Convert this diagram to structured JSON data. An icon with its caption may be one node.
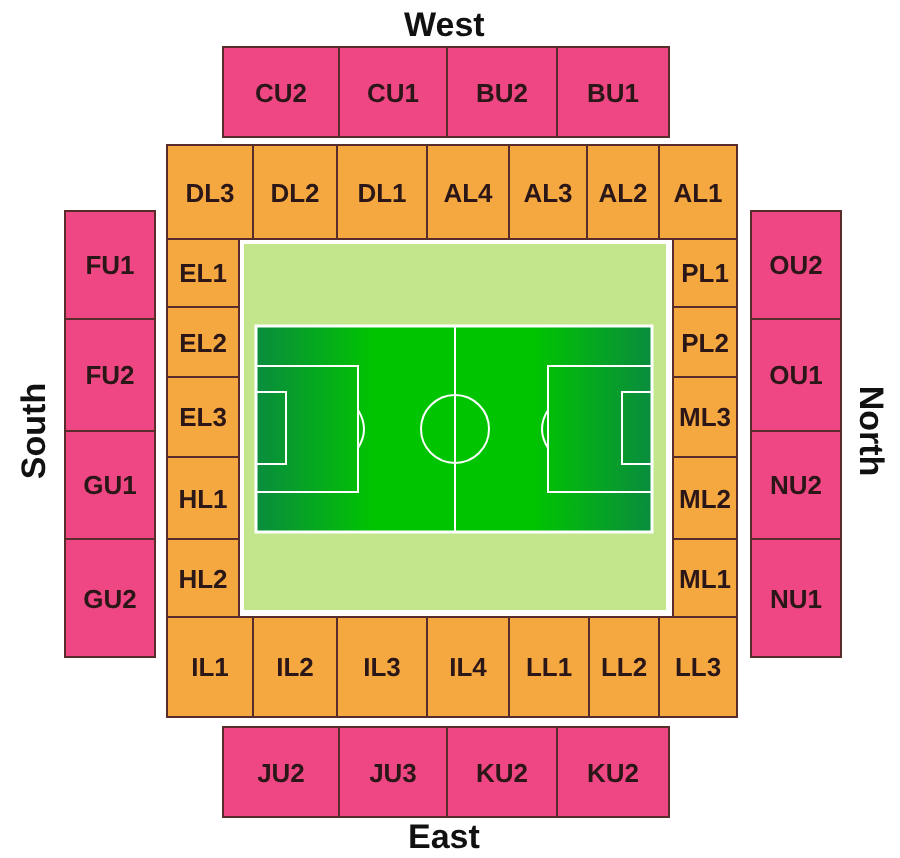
{
  "diagram": {
    "nodes": [
      {
        "text": [
          "CU2"
        ]
      },
      {
        "text": [
          "CU1"
        ]
      },
      {
        "text": [
          "BU2"
        ]
      },
      {
        "text": [
          "BU1"
        ]
      },
      {
        "text": [
          "DL3"
        ]
      },
      {
        "text": [
          "DL2"
        ]
      },
      {
        "text": [
          "DL1"
        ]
      },
      {
        "text": [
          "AL4"
        ]
      },
      {
        "text": [
          "AL3"
        ]
      },
      {
        "text": [
          "AL2"
        ]
      },
      {
        "text": [
          "AL1"
        ]
      },
      {
        "text": [
          "FU1"
        ]
      },
      {
        "text": [
          "FU2"
        ]
      },
      {
        "text": [
          "GU1"
        ]
      },
      {
        "text": [
          "GU2"
        ]
      },
      {
        "text": [
          "EL1"
        ]
      },
      {
        "text": [
          "EL2"
        ]
      },
      {
        "text": [
          "EL3"
        ]
      },
      {
        "text": [
          "HL1"
        ]
      },
      {
        "text": [
          "HL2"
        ]
      },
      {
        "text": [
          "PL1"
        ]
      },
      {
        "text": [
          "PL2"
        ]
      },
      {
        "text": [
          "ML3"
        ]
      },
      {
        "text": [
          "ML2"
        ]
      },
      {
        "text": [
          "ML1"
        ]
      },
      {
        "text": [
          "OU2"
        ]
      },
      {
        "text": [
          "OU1"
        ]
      },
      {
        "text": [
          "NU2"
        ]
      },
      {
        "text": [
          "NU1"
        ]
      },
      {
        "text": [
          "IL1"
        ]
      },
      {
        "text": [
          "IL2"
        ]
      },
      {
        "text": [
          "IL3"
        ]
      },
      {
        "text": [
          "IL4"
        ]
      },
      {
        "text": [
          "LL1"
        ]
      },
      {
        "text": [
          "LL2"
        ]
      },
      {
        "text": [
          "LL3"
        ]
      },
      {
        "text": [
          "JU2"
        ]
      },
      {
        "text": [
          "JU3"
        ]
      },
      {
        "text": [
          "KU2"
        ]
      },
      {
        "text": [
          "KU2"
        ]
      }
    ],
    "labels": [
      "West",
      "South",
      "North",
      "East"
    ]
  }
}
